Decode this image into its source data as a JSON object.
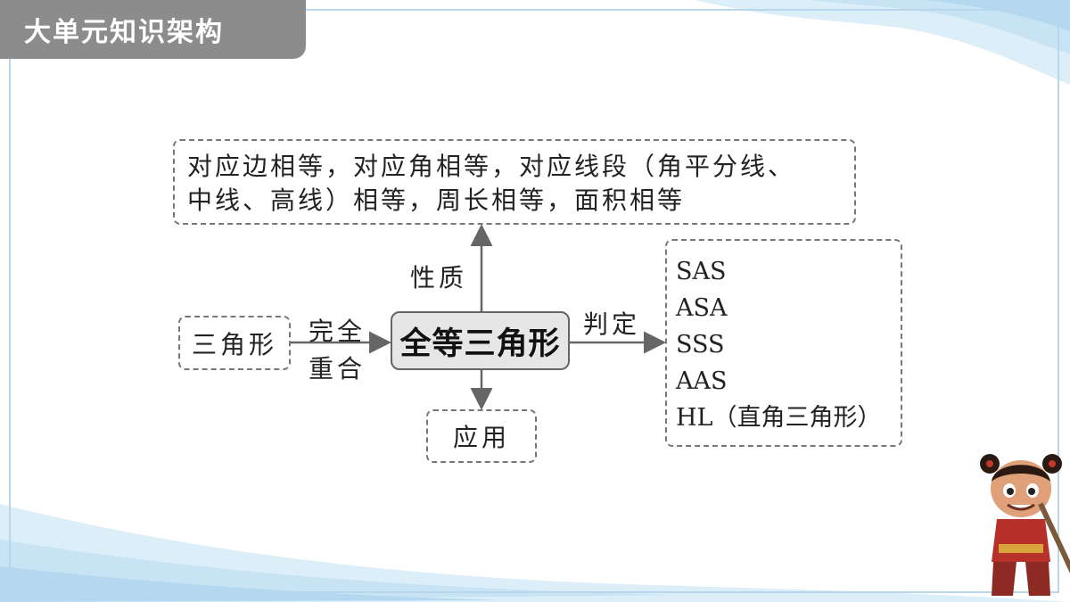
{
  "header": {
    "title": "大单元知识架构"
  },
  "diagram": {
    "center": "全等三角形",
    "left_node": "三角形",
    "left_edge_label_line1": "完全",
    "left_edge_label_line2": "重合",
    "top_edge_label": "性质",
    "properties_line1": "对应边相等，对应角相等，对应线段（角平分线、",
    "properties_line2": "中线、高线）相等，周长相等，面积相等",
    "right_edge_label": "判定",
    "criteria": [
      "SAS",
      "ASA",
      "SSS",
      "AAS",
      "HL（直角三角形）"
    ],
    "bottom_node": "应用"
  },
  "colors": {
    "title_tab": "#8c8c8c",
    "center_fill": "#e6e6e6",
    "frame": "#b9d7ec",
    "arrow": "#666666"
  }
}
